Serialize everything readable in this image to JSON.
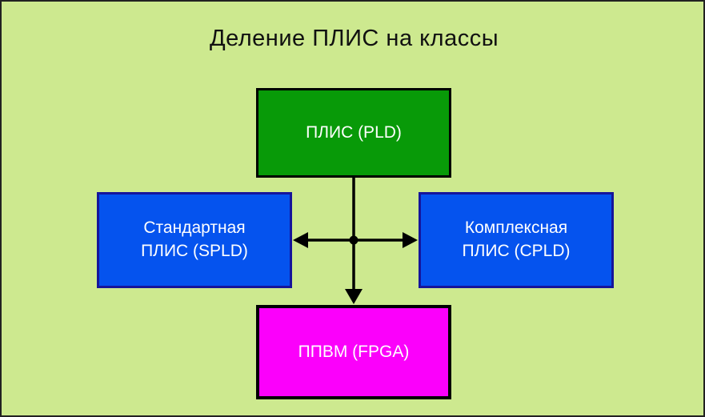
{
  "title": "Деление ПЛИС на классы",
  "diagram": {
    "nodes": {
      "pld": {
        "label": "ПЛИС (PLD)"
      },
      "spld": {
        "line1": "Стандартная",
        "line2": "ПЛИС (SPLD)"
      },
      "cpld": {
        "line1": "Комплексная",
        "line2": "ПЛИС (CPLD)"
      },
      "fpga": {
        "label": "ППВМ (FPGA)"
      }
    },
    "connector_icons": [
      "arrow-left-icon",
      "arrow-right-icon",
      "arrow-down-icon",
      "junction-dot"
    ]
  },
  "colors": {
    "background": "#cde98f",
    "frame_border": "#222222",
    "pld_fill": "#089a08",
    "pld_border": "#000000",
    "blue_fill": "#0553ee",
    "blue_border": "#15159b",
    "fpga_fill": "#fb00fb",
    "fpga_border": "#000000",
    "line": "#000000",
    "text_light": "#ffffff",
    "title_text": "#111111"
  }
}
